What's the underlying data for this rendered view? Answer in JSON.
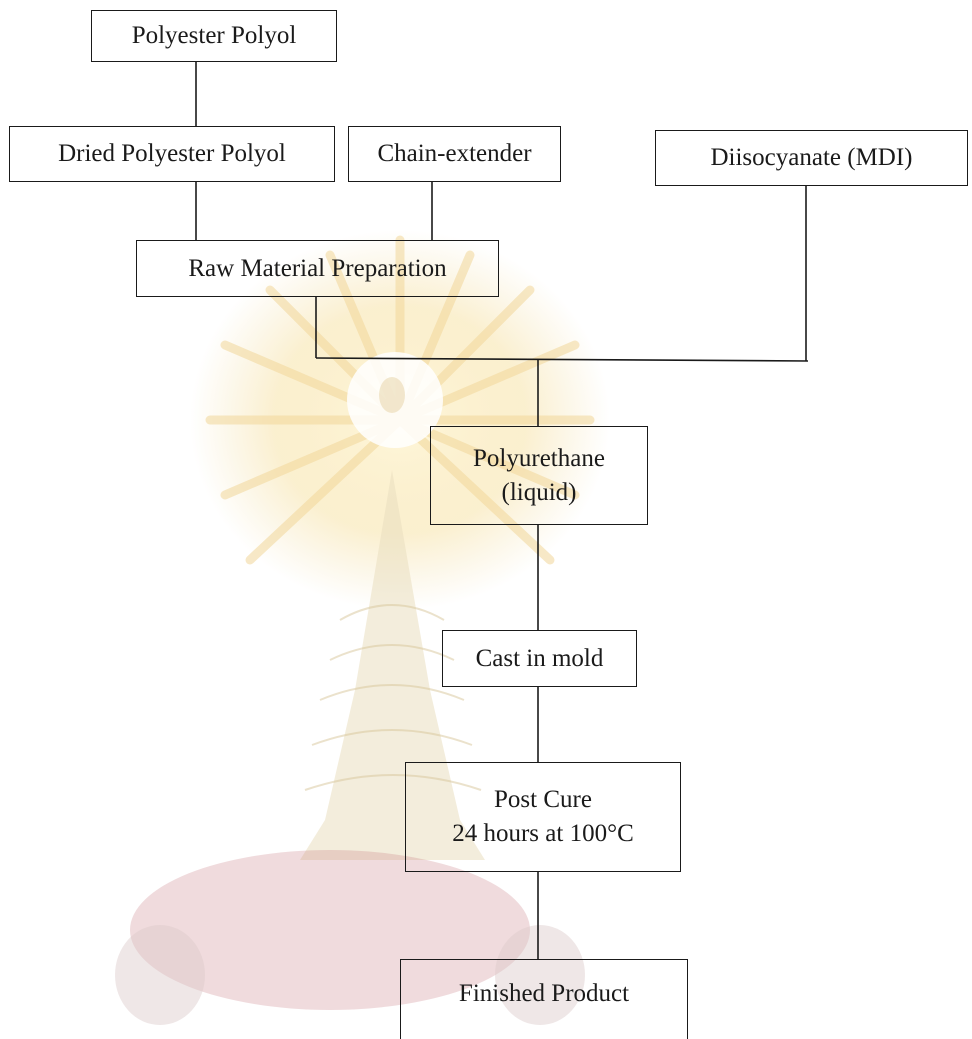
{
  "flowchart": {
    "nodes": {
      "polyester_polyol": {
        "line1": "Polyester Polyol"
      },
      "dried_polyester_polyol": {
        "line1": "Dried Polyester Polyol"
      },
      "chain_extender": {
        "line1": "Chain-extender"
      },
      "diisocyanate": {
        "line1": "Diisocyanate (MDI)"
      },
      "raw_material_preparation": {
        "line1": "Raw Material Preparation"
      },
      "polyurethane": {
        "line1": "Polyurethane",
        "line2": "(liquid)"
      },
      "cast_in_mold": {
        "line1": "Cast in mold"
      },
      "post_cure": {
        "line1": "Post Cure",
        "line2": "24 hours at 100°C"
      },
      "finished_product": {
        "line1": "Finished Product"
      }
    },
    "edges": [
      [
        "polyester_polyol",
        "dried_polyester_polyol"
      ],
      [
        "dried_polyester_polyol",
        "raw_material_preparation"
      ],
      [
        "chain_extender",
        "raw_material_preparation"
      ],
      [
        "raw_material_preparation",
        "polyurethane"
      ],
      [
        "diisocyanate",
        "polyurethane"
      ],
      [
        "polyurethane",
        "cast_in_mold"
      ],
      [
        "cast_in_mold",
        "post_cure"
      ],
      [
        "post_cure",
        "finished_product"
      ]
    ]
  }
}
